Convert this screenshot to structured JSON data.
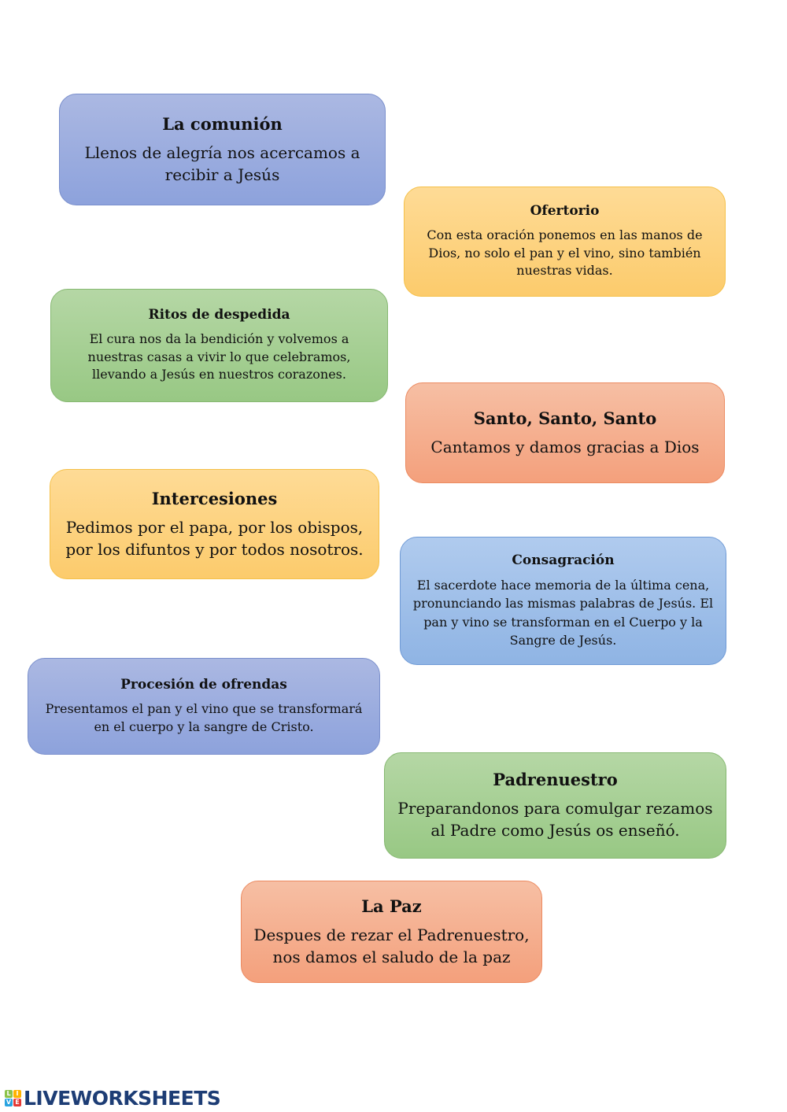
{
  "cards": [
    {
      "title": "La comunión",
      "body": "Llenos de alegría nos acercamos a recibir a Jesús",
      "color": "#98a9dd"
    },
    {
      "title": "Ofertorio",
      "body": "Con esta oración ponemos en las manos de Dios, no solo el pan y el vino, sino también nuestras vidas.",
      "color": "#fdd27e"
    },
    {
      "title": "Ritos de despedida",
      "body": "El cura nos da la bendición y volvemos a nuestras casas a vivir lo que celebramos, llevando a Jesús en nuestros corazones.",
      "color": "#a6cf94"
    },
    {
      "title": "Santo, Santo, Santo",
      "body": "Cantamos y damos gracias a Dios",
      "color": "#f5ad8e"
    },
    {
      "title": "Intercesiones",
      "body": "Pedimos por el papa, por los obispos, por los difuntos y por todos nosotros.",
      "color": "#fdd27e"
    },
    {
      "title": "Consagración",
      "body": "El sacerdote hace memoria de la última cena, pronunciando las mismas palabras de Jesús. El pan y vino se transforman en el Cuerpo y la Sangre de Jesús.",
      "color": "#9fbfe9"
    },
    {
      "title": "Procesión de ofrendas",
      "body": "Presentamos el pan y el vino que se transformará en el cuerpo y la sangre de Cristo.",
      "color": "#98a9dd"
    },
    {
      "title": "Padrenuestro",
      "body": "Preparandonos para comulgar rezamos al Padre como Jesús os enseñó.",
      "color": "#a6cf94"
    },
    {
      "title": "La Paz",
      "body": "Despues de rezar el Padrenuestro, nos damos el saludo de la paz",
      "color": "#f5ad8e"
    }
  ],
  "footer": {
    "logo_text": "LIVEWORKSHEETS",
    "logo_letters": [
      "L",
      "I",
      "V",
      "E"
    ]
  }
}
